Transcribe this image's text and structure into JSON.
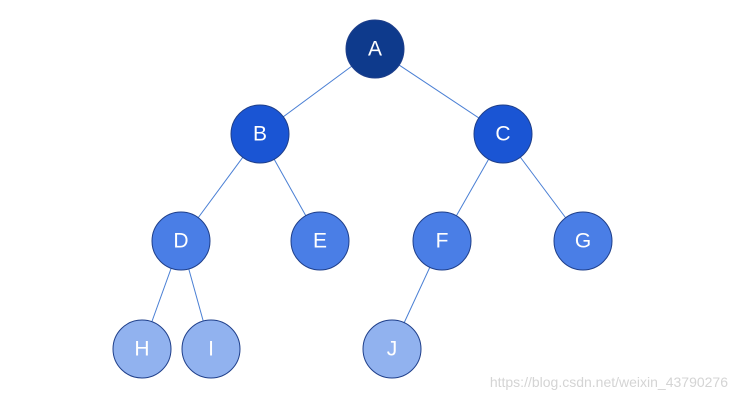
{
  "tree": {
    "levels": [
      {
        "depth": 0,
        "color": "#0e3a8c"
      },
      {
        "depth": 1,
        "color": "#1a55d4"
      },
      {
        "depth": 2,
        "color": "#4a7ee6"
      },
      {
        "depth": 3,
        "color": "#91b2ef"
      }
    ],
    "nodes": [
      {
        "id": "A",
        "label": "A",
        "depth": 0
      },
      {
        "id": "B",
        "label": "B",
        "depth": 1
      },
      {
        "id": "C",
        "label": "C",
        "depth": 1
      },
      {
        "id": "D",
        "label": "D",
        "depth": 2
      },
      {
        "id": "E",
        "label": "E",
        "depth": 2
      },
      {
        "id": "F",
        "label": "F",
        "depth": 2
      },
      {
        "id": "G",
        "label": "G",
        "depth": 2
      },
      {
        "id": "H",
        "label": "H",
        "depth": 3
      },
      {
        "id": "I",
        "label": "I",
        "depth": 3
      },
      {
        "id": "J",
        "label": "J",
        "depth": 3
      }
    ],
    "edges": [
      {
        "from": "A",
        "to": "B"
      },
      {
        "from": "A",
        "to": "C"
      },
      {
        "from": "B",
        "to": "D"
      },
      {
        "from": "B",
        "to": "E"
      },
      {
        "from": "C",
        "to": "F"
      },
      {
        "from": "C",
        "to": "G"
      },
      {
        "from": "D",
        "to": "H"
      },
      {
        "from": "D",
        "to": "I"
      },
      {
        "from": "F",
        "to": "J"
      }
    ],
    "edge_color": "#4a7fd4"
  },
  "watermark": {
    "text": "https://blog.csdn.net/weixin_43790276"
  }
}
